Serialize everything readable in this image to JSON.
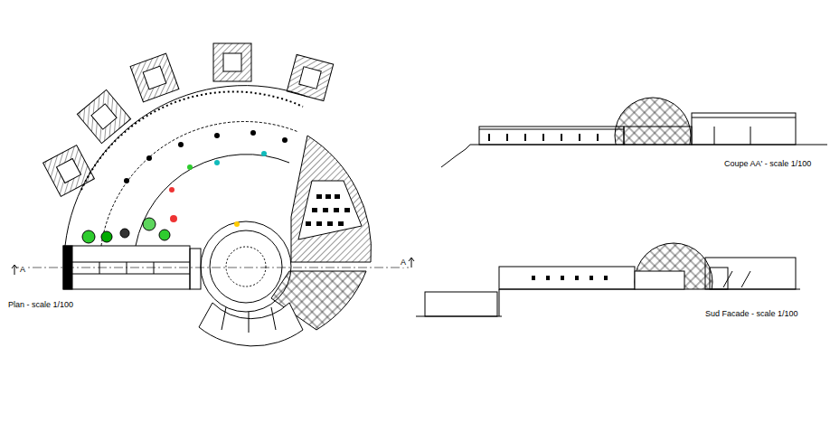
{
  "diagram": {
    "labels": [
      "Plan - scale 1/100",
      "A",
      "A",
      "Coupe AA' - scale 1/100",
      "Sud Facade - scale 1/100"
    ]
  }
}
